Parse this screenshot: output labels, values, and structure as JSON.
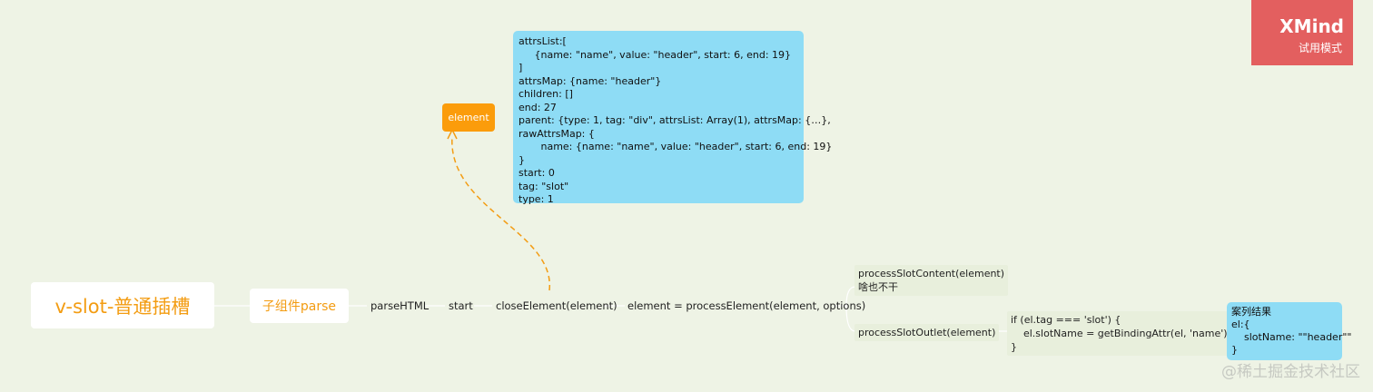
{
  "root_topic": "v-slot-普通插槽",
  "sub_topic": "子组件parse",
  "chain": {
    "parse_html": "parseHTML",
    "start": "start",
    "close_element": "closeElement(element)",
    "process_element": "element = processElement(element, options)"
  },
  "callout": {
    "tag": "element",
    "details": "attrsList:[\n     {name: \"name\", value: \"header\", start: 6, end: 19}\n]\nattrsMap: {name: \"header\"}\nchildren: []\nend: 27\nparent: {type: 1, tag: \"div\", attrsList: Array(1), attrsMap: {…},\nrawAttrsMap: {\n       name: {name: \"name\", value: \"header\", start: 6, end: 19}\n}\nstart: 0\ntag: \"slot\"\ntype: 1"
  },
  "branches": {
    "slot_content": "processSlotContent(element)\n啥也不干",
    "slot_outlet": "processSlotOutlet(element)",
    "outlet_code": "if (el.tag === 'slot') {\n    el.slotName = getBindingAttr(el, 'name')\n}",
    "result": "案列结果\nel:{\n    slotName: \"\"header\"\"\n}"
  },
  "branding": {
    "brand": "XMind",
    "mode": "试用模式",
    "watermark": "@稀土掘金技术社区"
  },
  "colors": {
    "background": "#eef3e5",
    "accent_orange": "#f39c12",
    "callout_orange": "#fb9c0b",
    "info_blue": "#8edcf5",
    "brand_red": "#e35f5f"
  }
}
